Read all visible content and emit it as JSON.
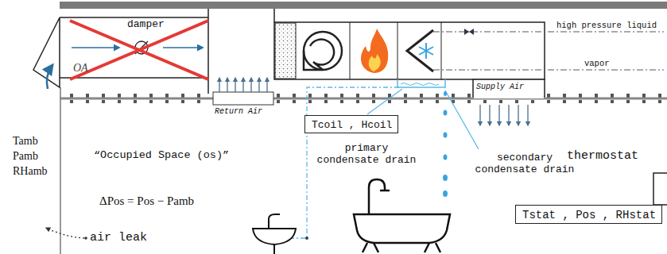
{
  "diagram": {
    "nodes": [
      {
        "text": [
          "Tcoil , Hcoil"
        ]
      },
      {
        "text": [
          "Tstat , Pos , RHstat"
        ]
      }
    ],
    "labels": [
      "damper",
      "OA",
      "high pressure liquid",
      "vapor",
      "Return Air",
      "Supply Air",
      "primary condensate drain",
      "secondary condensate drain",
      "thermostat",
      "“Occupied Space (os)”",
      "ΔPos = Pos − Pamb",
      "Tamb",
      "Pamb",
      "RHamb",
      "air leak"
    ]
  }
}
